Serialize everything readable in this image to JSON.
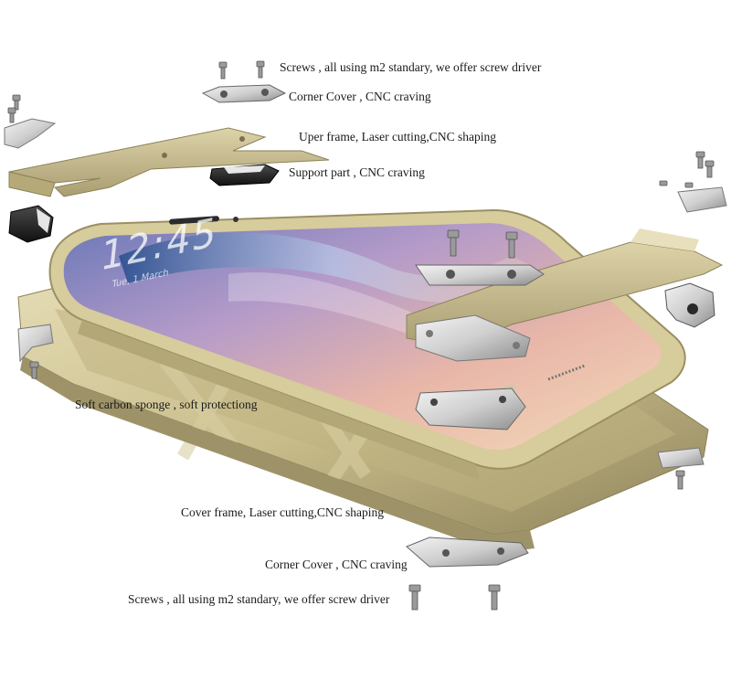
{
  "labels": {
    "screws_top": "Screws , all using m2 standary, we offer screw driver",
    "corner_top": "Corner Cover , CNC craving",
    "upper_frame": "Uper frame, Laser cutting,CNC shaping",
    "support": "Support part , CNC craving",
    "sponge": "Soft carbon sponge , soft protectiong",
    "cover_frame": "Cover frame, Laser cutting,CNC shaping",
    "corner_bottom": "Corner Cover , CNC craving",
    "screws_bottom": "Screws , all using m2 standary, we offer screw driver"
  },
  "phone_screen": {
    "clock": "12:45",
    "date": "Tue, 1 March"
  },
  "colors": {
    "gold_frame": "#c9bd8c",
    "gold_dark": "#9d9168",
    "silver": "#d9d9d9",
    "dark_part": "#2a2a2a",
    "label_text": "#1a1a1a"
  }
}
